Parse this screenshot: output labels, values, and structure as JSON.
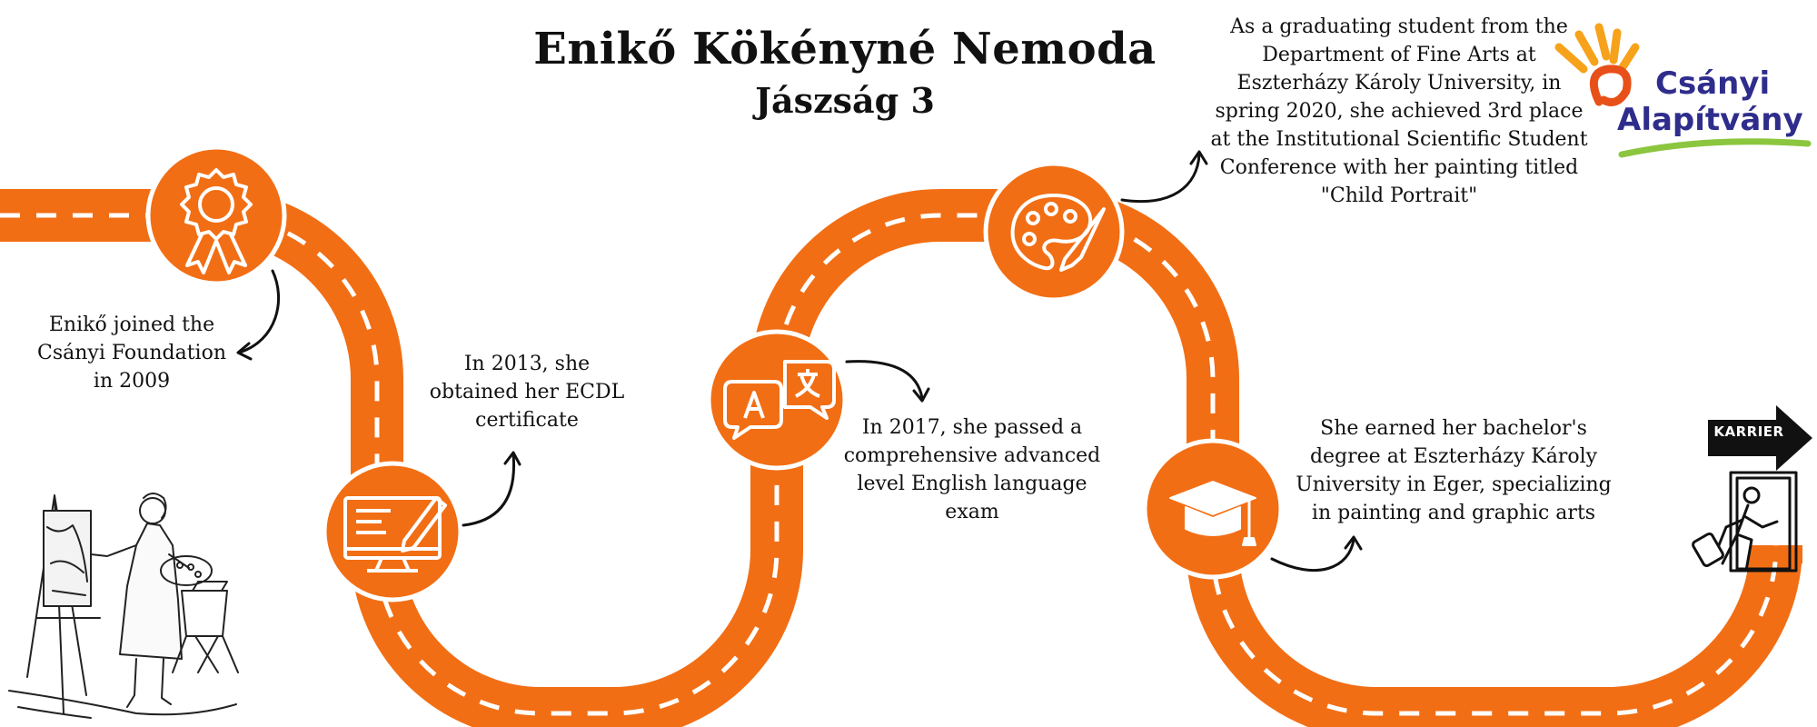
{
  "header": {
    "title": "Enikő Kökényné Nemoda",
    "subtitle": "Jászság 3"
  },
  "milestones": [
    {
      "icon": "award-ribbon-icon",
      "text_lines": [
        "Enikő joined the",
        "Csányi Foundation",
        "in 2009"
      ]
    },
    {
      "icon": "computer-certificate-icon",
      "text_lines": [
        "In 2013, she",
        "obtained her ECDL",
        "certificate"
      ]
    },
    {
      "icon": "language-translation-icon",
      "text_lines": [
        "In 2017, she passed a",
        "comprehensive advanced",
        "level English language",
        "exam"
      ]
    },
    {
      "icon": "art-palette-brush-icon",
      "text_lines": [
        "As a graduating student from the",
        "Department of Fine Arts at",
        "Eszterházy Károly University, in",
        "spring 2020, she achieved 3rd place",
        "at the Institutional Scientific Student",
        "Conference with her painting titled",
        "\"Child Portrait\""
      ]
    },
    {
      "icon": "graduation-cap-icon",
      "text_lines": [
        "She earned her bachelor's",
        "degree at Eszterházy Károly",
        "University in Eger, specializing",
        "in painting and graphic arts"
      ]
    }
  ],
  "logo": {
    "line1": "Csányi",
    "line2": "Alapítvány"
  },
  "career_sign": {
    "label": "KARRIER"
  },
  "colors": {
    "road": "#f26e14",
    "dash": "#ffffff",
    "text": "#111111",
    "logo_text": "#2f2d8c",
    "logo_sun": "#f7a21b",
    "logo_green": "#8cc63f"
  }
}
